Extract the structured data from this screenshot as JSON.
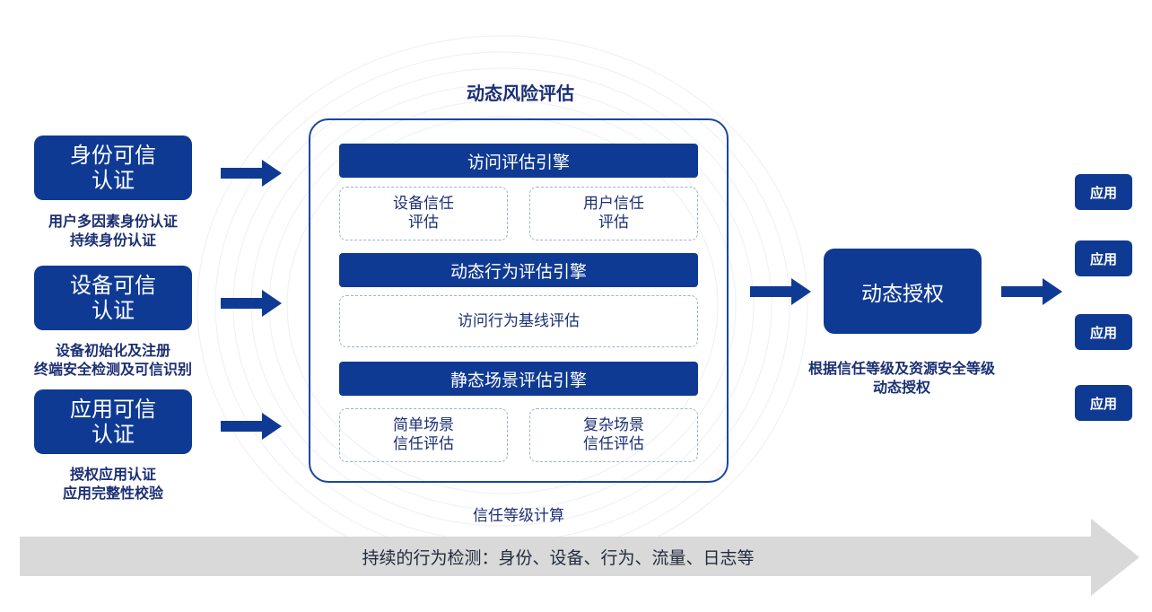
{
  "title": "动态风险评估",
  "colors": {
    "navy": "#0f3a94",
    "frame": "#1a46a5",
    "dash": "#9fb1cf",
    "gray_arrow": "#d9d9d9"
  },
  "left_inputs": [
    {
      "title_line1": "身份可信",
      "title_line2": "认证",
      "desc_line1": "用户多因素身份认证",
      "desc_line2": "持续身份认证"
    },
    {
      "title_line1": "设备可信",
      "title_line2": "认证",
      "desc_line1": "设备初始化及注册",
      "desc_line2": "终端安全检测及可信识别"
    },
    {
      "title_line1": "应用可信",
      "title_line2": "认证",
      "desc_line1": "授权应用认证",
      "desc_line2": "应用完整性校验"
    }
  ],
  "engines": [
    {
      "label": "访问评估引擎",
      "boxes": [
        {
          "line1": "设备信任",
          "line2": "评估"
        },
        {
          "line1": "用户信任",
          "line2": "评估"
        }
      ]
    },
    {
      "label": "动态行为评估引擎",
      "boxes": [
        {
          "line1": "访问行为基线评估",
          "line2": ""
        }
      ]
    },
    {
      "label": "静态场景评估引擎",
      "boxes": [
        {
          "line1": "简单场景",
          "line2": "信任评估"
        },
        {
          "line1": "复杂场景",
          "line2": "信任评估"
        }
      ]
    }
  ],
  "calc_label": "信任等级计算",
  "auth": {
    "label": "动态授权",
    "desc_line1": "根据信任等级及资源安全等级",
    "desc_line2": "动态授权"
  },
  "apps": [
    "应用",
    "应用",
    "应用",
    "应用"
  ],
  "bottom_text": "持续的行为检测：身份、设备、行为、流量、日志等"
}
